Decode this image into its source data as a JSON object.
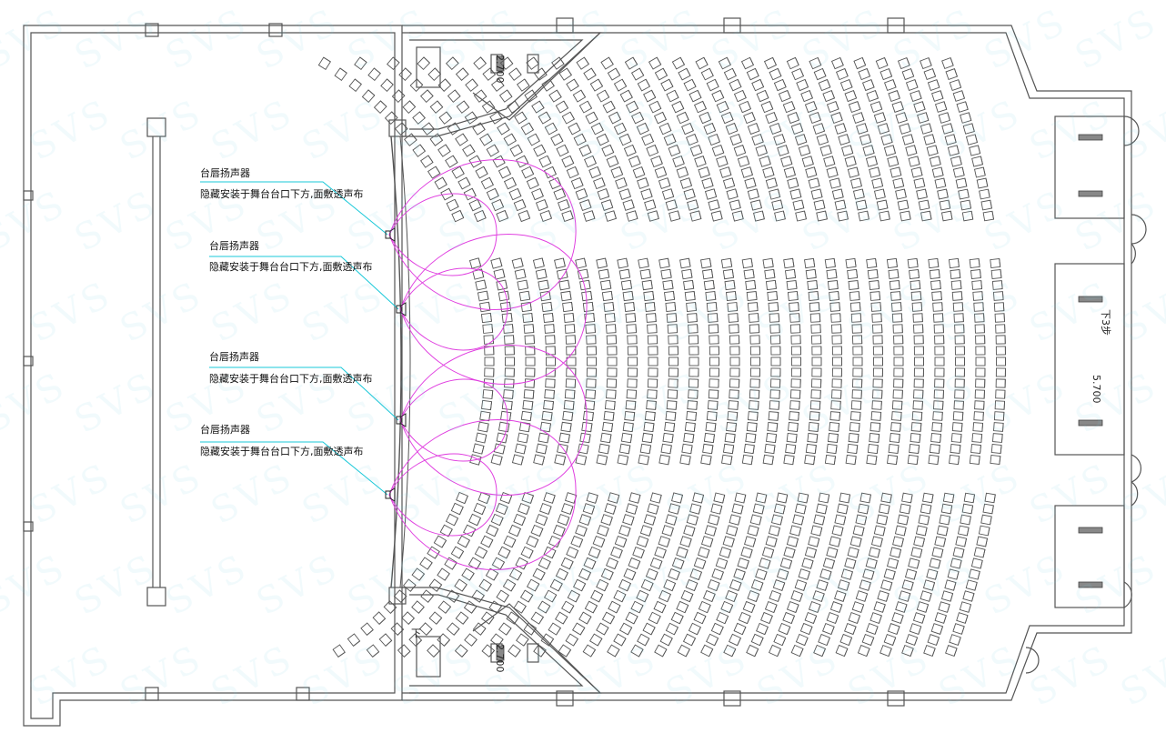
{
  "drawing": {
    "watermark": "SVS",
    "callouts": [
      {
        "title": "台唇扬声器",
        "desc": "隐藏安装于舞台台口下方,面敷透声布"
      },
      {
        "title": "台唇扬声器",
        "desc": "隐藏安装于舞台台口下方,面敷透声布"
      },
      {
        "title": "台唇扬声器",
        "desc": "隐藏安装于舞台台口下方,面敷透声布"
      },
      {
        "title": "台唇扬声器",
        "desc": "隐藏安装于舞台台口下方,面敷透声布"
      }
    ],
    "dimensions": {
      "top_stair": "2.700",
      "bottom_stair": "2.700",
      "right_room": "5.700",
      "stair_down_label": "下3步",
      "bottom_stair_down": "下"
    },
    "colors": {
      "wall": "#555555",
      "seat": "#555555",
      "coverage": "#e040e0",
      "leader": "#19c8d8",
      "hatch": "#444444"
    },
    "icons": {
      "speaker": "speaker-icon",
      "door": "door-swing-icon"
    }
  }
}
